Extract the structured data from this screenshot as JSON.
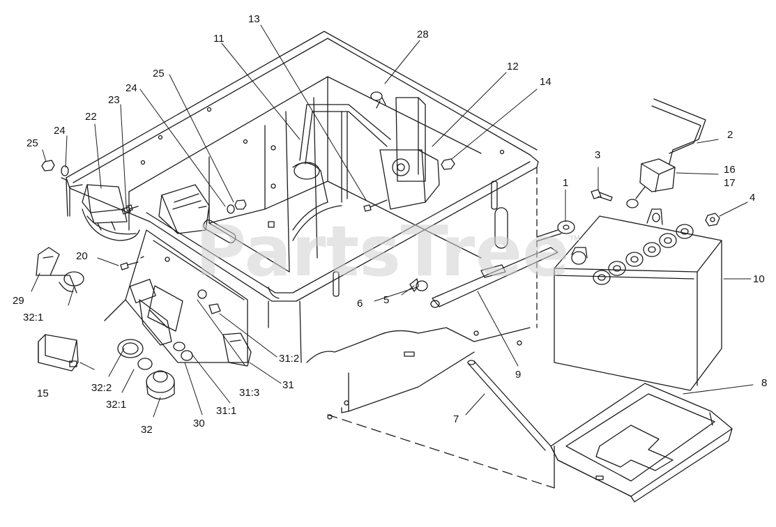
{
  "watermark": {
    "text": "PartsTree",
    "trademark": "TM"
  },
  "callouts": {
    "c1": "1",
    "c2": "2",
    "c3": "3",
    "c4": "4",
    "c5": "5",
    "c6": "6",
    "c7": "7",
    "c8": "8",
    "c9": "9",
    "c10": "10",
    "c11": "11",
    "c12": "12",
    "c13": "13",
    "c14": "14",
    "c15": "15",
    "c16": "16",
    "c17": "17",
    "c20": "20",
    "c22": "22",
    "c23": "23",
    "c24a": "24",
    "c24b": "24",
    "c25a": "25",
    "c25b": "25",
    "c28": "28",
    "c29": "29",
    "c30": "30",
    "c31": "31",
    "c31_1": "31:1",
    "c31_2": "31:2",
    "c31_3": "31:3",
    "c32": "32",
    "c32_1a": "32:1",
    "c32_1b": "32:1",
    "c32_2": "32:2"
  }
}
